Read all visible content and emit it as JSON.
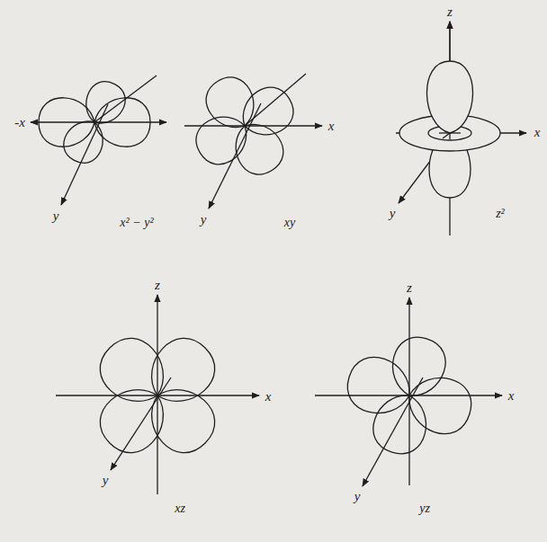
{
  "diagram": {
    "labels": [
      "-x",
      "y",
      "x² − y²",
      "x",
      "y",
      "xy",
      "z",
      "x",
      "y",
      "z²",
      "z",
      "x",
      "y",
      "xz",
      "z",
      "x",
      "y",
      "yz"
    ]
  }
}
